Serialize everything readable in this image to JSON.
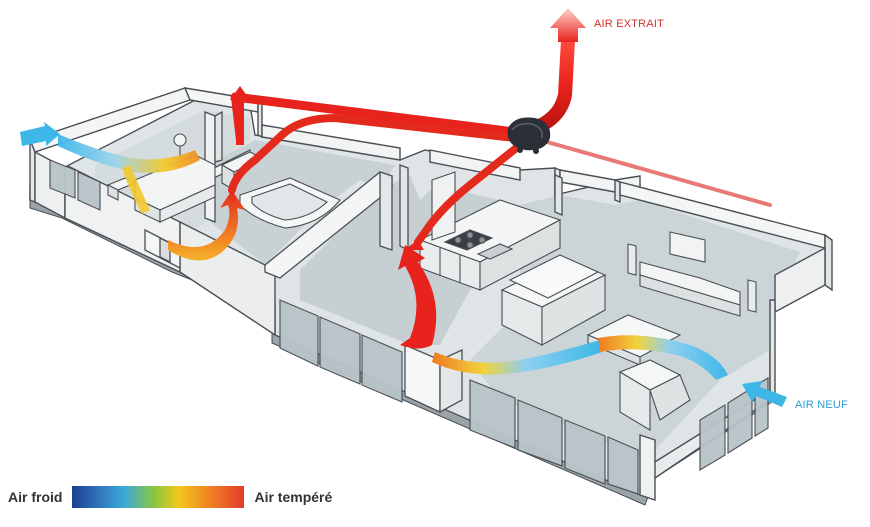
{
  "labels": {
    "extract": "AIR EXTRAIT",
    "fresh": "AIR NEUF"
  },
  "legend": {
    "cold": "Air froid",
    "warm": "Air tempéré"
  },
  "colors": {
    "duct": "#e8231d",
    "extract_text": "#d9302a",
    "fresh_text": "#2a9fd6",
    "floor": "#cfd8da",
    "wall": "#f4f5f5",
    "outline": "#4a4f55",
    "unit": "#2b2f36"
  },
  "icons": {
    "unit": "ventilation-unit-icon",
    "extract_arrow": "exhaust-arrow-icon",
    "fresh_arrow": "fresh-air-arrow-icon"
  }
}
